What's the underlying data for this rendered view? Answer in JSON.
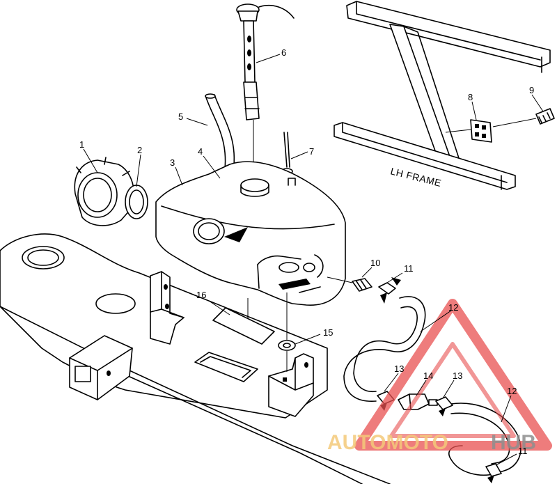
{
  "callouts": {
    "c1": "1",
    "c2": "2",
    "c3": "3",
    "c4": "4",
    "c5": "5",
    "c6": "6",
    "c7": "7",
    "c8": "8",
    "c9": "9",
    "c10": "10",
    "c11a": "11",
    "c11b": "11",
    "c12a": "12",
    "c12b": "12",
    "c13a": "13",
    "c13b": "13",
    "c14": "14",
    "c15": "15",
    "c16": "16"
  },
  "frame_label": "LH FRAME",
  "watermark": {
    "part1": "AUTOMOTO",
    "part2": "HUB",
    "color_primary": "#f4c97a",
    "color_triangle": "#e85050",
    "color_secondary": "#8e8e8e"
  }
}
